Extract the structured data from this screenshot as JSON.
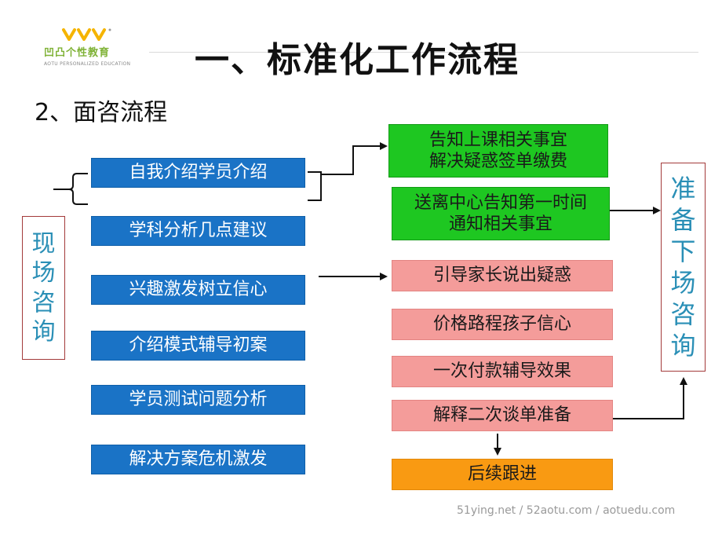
{
  "logo": {
    "text": "凹凸个性教育",
    "sub": "AOTU PERSONALIZED EDUCATION"
  },
  "title": "一、标准化工作流程",
  "subtitle": "2、面咨流程",
  "left_label": [
    "现",
    "场",
    "咨",
    "询"
  ],
  "right_label": [
    "准",
    "备",
    "下",
    "场",
    "咨",
    "询"
  ],
  "blue_steps": [
    "自我介绍学员介绍",
    "学科分析几点建议",
    "兴趣激发树立信心",
    "介绍模式辅导初案",
    "学员测试问题分析",
    "解决方案危机激发"
  ],
  "green_steps": [
    {
      "line1": "告知上课相关事宜",
      "line2": "解决疑惑签单缴费"
    },
    {
      "line1": "送离中心告知第一时间",
      "line2": "通知相关事宜"
    }
  ],
  "pink_steps": [
    "引导家长说出疑惑",
    "价格路程孩子信心",
    "一次付款辅导效果",
    "解释二次谈单准备"
  ],
  "orange_step": "后续跟进",
  "footer": "51ying.net / 52aotu.com / aotuedu.com",
  "colors": {
    "blue": "#1a73c6",
    "green": "#1ec721",
    "pink": "#f49c9a",
    "orange": "#f99a12",
    "label_text": "#2a8fb6",
    "label_border": "#a33a3a"
  }
}
